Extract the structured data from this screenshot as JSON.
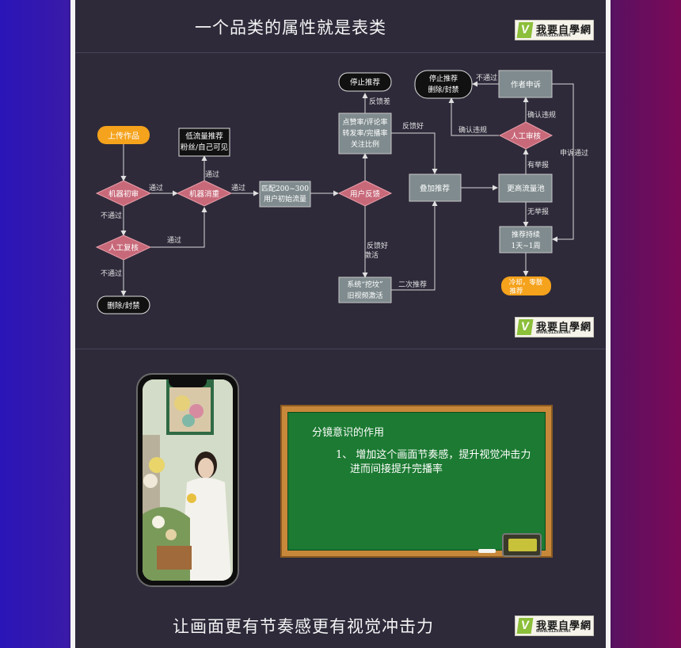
{
  "header": {
    "title": "一个品类的属性就是表类"
  },
  "logo": {
    "name": "我要自學網",
    "url": "www.51zxw.net",
    "mark": "V"
  },
  "flowchart": {
    "nodes": {
      "upload": "上传作品",
      "machine_review": "机器初审",
      "machine_dedupe": "机器消重",
      "low_traffic": [
        "低流量推荐",
        "粉丝/自己可见"
      ],
      "manual_recheck": "人工复核",
      "delete_ban_left": "删除/封禁",
      "match_traffic": [
        "匹配200~300",
        "用户初始流量"
      ],
      "user_feedback": "用户反馈",
      "metrics": [
        "点赞率/评论率",
        "转发率/完播率",
        "关注比例"
      ],
      "stop_rec_top": "停止推荐",
      "stack_rec": "叠加推荐",
      "higher_pool": "更高流量池",
      "manual_audit": "人工审核",
      "stop_delete": [
        "停止推荐",
        "删除/封禁"
      ],
      "author_appeal": "作者申诉",
      "continue_rec": [
        "推荐持续",
        "1天~1周"
      ],
      "cool_down": [
        "冷却，零散",
        "推荐"
      ],
      "system_dig": [
        "系统“挖坟”",
        "旧视频激活"
      ]
    },
    "edge_labels": {
      "pass1": "通过",
      "pass2": "通过",
      "pass3": "通过",
      "pass_manual": "通过",
      "fail1": "不通过",
      "fail2": "不通过",
      "bad_feedback": "反馈差",
      "good_feedback": "反馈好",
      "good_feedback_activate": [
        "反馈好",
        "激活"
      ],
      "second_rec": "二次推荐",
      "has_report": "有举报",
      "no_report": "无举报",
      "confirm_violation": "确认违规",
      "confirm_violation_2": "确认违规",
      "fail_appeal": "不通过",
      "appeal_pass": "申诉通过"
    }
  },
  "blackboard": {
    "heading": "分镜意识的作用",
    "line1": "1、 增加这个画面节奏感，提升视觉冲击力",
    "line2": "进而间接提升完播率"
  },
  "footer": {
    "title": "让画面更有节奏感更有视觉冲击力"
  },
  "colors": {
    "panel": "#2e2a3a",
    "diamond": "#c8697a",
    "box": "#7f8b8e",
    "pill_orange": "#f5a21c",
    "board_green": "#1c7a32",
    "board_frame": "#c8883a"
  }
}
